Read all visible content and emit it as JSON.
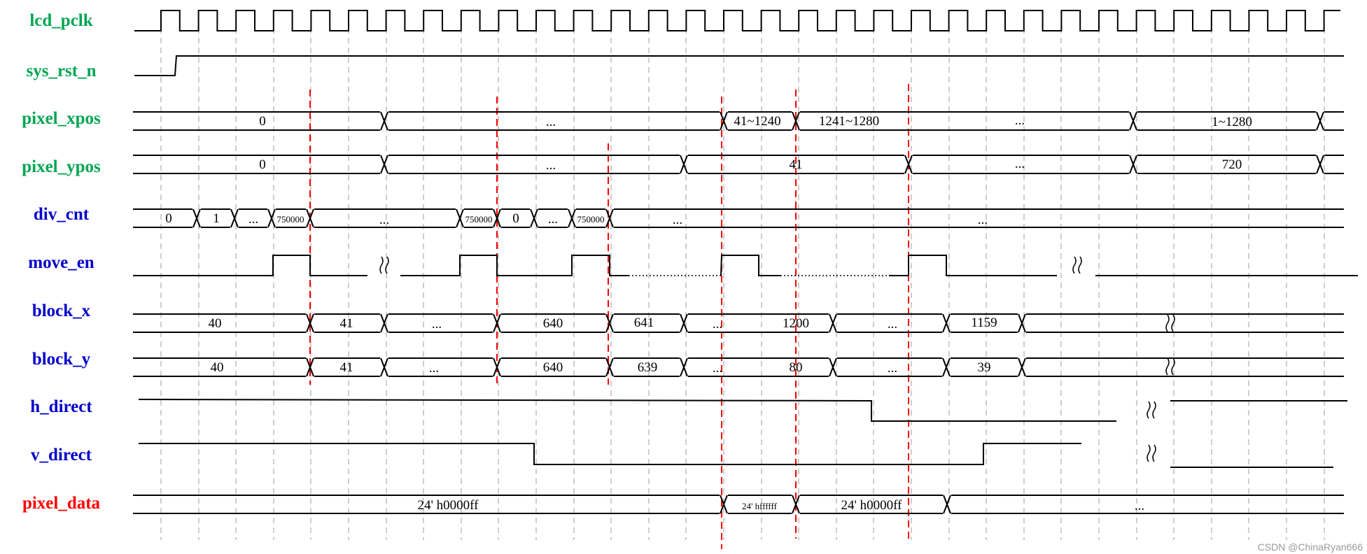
{
  "colors": {
    "green_label": "#00a651",
    "blue_label": "#0000cc",
    "red_label": "#ff0000",
    "marker": "#ff0000",
    "grid": "#b4b4b4",
    "wave": "#000000"
  },
  "signals": [
    {
      "id": "lcd_pclk",
      "label": "lcd_pclk",
      "color": "green"
    },
    {
      "id": "sys_rst_n",
      "label": "sys_rst_n",
      "color": "green"
    },
    {
      "id": "pixel_xpos",
      "label": "pixel_xpos",
      "color": "green"
    },
    {
      "id": "pixel_ypos",
      "label": "pixel_ypos",
      "color": "green"
    },
    {
      "id": "div_cnt",
      "label": "div_cnt",
      "color": "blue"
    },
    {
      "id": "move_en",
      "label": "move_en",
      "color": "blue"
    },
    {
      "id": "block_x",
      "label": "block_x",
      "color": "blue"
    },
    {
      "id": "block_y",
      "label": "block_y",
      "color": "blue"
    },
    {
      "id": "h_direct",
      "label": "h_direct",
      "color": "blue"
    },
    {
      "id": "v_direct",
      "label": "v_direct",
      "color": "blue"
    },
    {
      "id": "pixel_data",
      "label": "pixel_data",
      "color": "red"
    }
  ],
  "buses": {
    "pixel_xpos": [
      "0",
      "...",
      "41~1240",
      "1241~1280",
      "...",
      "1~1280"
    ],
    "pixel_ypos": [
      "0",
      "...",
      "41",
      "...",
      "720"
    ],
    "div_cnt": [
      "0",
      "1",
      "...",
      "750000",
      "...",
      "750000",
      "0",
      "...",
      "750000",
      "...",
      "..."
    ],
    "block_x": [
      "40",
      "41",
      "...",
      "640",
      "641",
      "...",
      "1200",
      "...",
      "1159"
    ],
    "block_y": [
      "40",
      "41",
      "...",
      "640",
      "639",
      "...",
      "80",
      "...",
      "39"
    ],
    "pixel_data": [
      "24' h0000ff",
      "24' hffffff",
      "24' h0000ff",
      "..."
    ]
  },
  "watermark": "CSDN @ChinaRyan666"
}
